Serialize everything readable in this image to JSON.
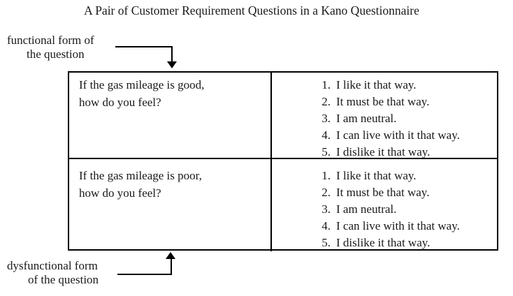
{
  "title": "A Pair of Customer Requirement Questions in a Kano Questionnaire",
  "labels": {
    "functional": {
      "line1": "functional form of",
      "line2": "the question"
    },
    "dysfunctional": {
      "line1": "dysfunctional form",
      "line2": "of the question"
    }
  },
  "table": {
    "rows": [
      {
        "form": "functional",
        "question": "If the gas mileage is good,\nhow do you feel?",
        "options": [
          {
            "num": "1.",
            "text": "I like it that way."
          },
          {
            "num": "2.",
            "text": "It must be that way."
          },
          {
            "num": "3.",
            "text": "I am neutral."
          },
          {
            "num": "4.",
            "text": "I can live with it that way."
          },
          {
            "num": "5.",
            "text": "I dislike it that way."
          }
        ]
      },
      {
        "form": "dysfunctional",
        "question": "If the gas mileage is poor,\nhow do you feel?",
        "options": [
          {
            "num": "1.",
            "text": "I like it that way."
          },
          {
            "num": "2.",
            "text": "It must be that way."
          },
          {
            "num": "3.",
            "text": "I am neutral."
          },
          {
            "num": "4.",
            "text": "I can live with it that way."
          },
          {
            "num": "5.",
            "text": "I dislike it that way."
          }
        ]
      }
    ]
  },
  "colors": {
    "text": "#1a1a1a",
    "line": "#000000",
    "background": "#ffffff"
  }
}
